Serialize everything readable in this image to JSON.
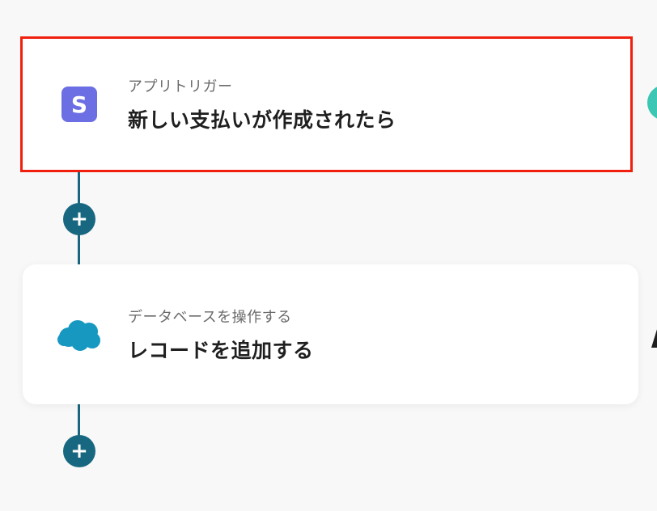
{
  "flow": {
    "steps": [
      {
        "icon": "stripe-icon",
        "label": "アプリトリガー",
        "title": "新しい支払いが作成されたら",
        "highlighted": true
      },
      {
        "icon": "salesforce-cloud-icon",
        "label": "データベースを操作する",
        "title": "レコードを追加する",
        "highlighted": false
      }
    ],
    "add_button_glyph": "+",
    "stripe_letter": "S"
  },
  "colors": {
    "background": "#f8f8f8",
    "connector": "#1a6580",
    "add_button": "#176780",
    "highlight_border": "#f1200e",
    "stripe_brand": "#6c6fe4",
    "salesforce_brand": "#1798c1",
    "edge_accent": "#3cc6b4"
  }
}
